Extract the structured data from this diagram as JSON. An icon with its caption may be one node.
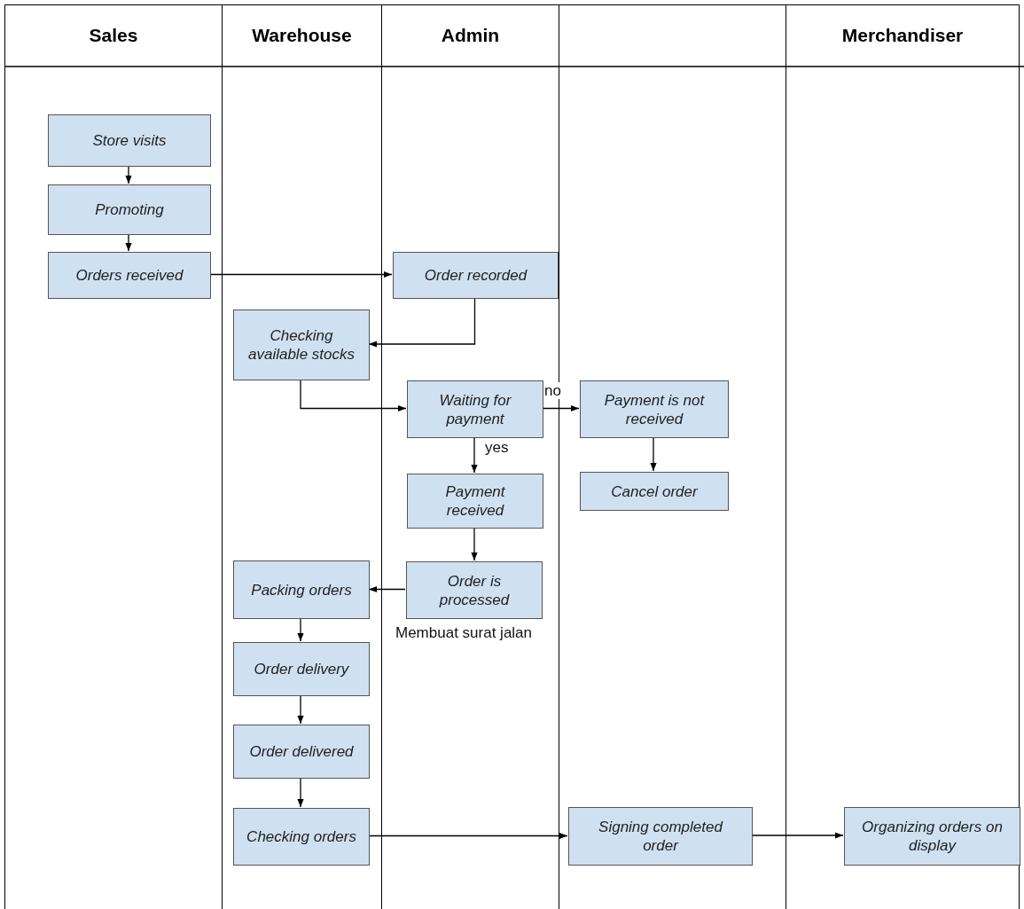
{
  "diagram": {
    "nodes": [
      {
        "text": [
          "Sales"
        ]
      },
      {
        "text": [
          "Warehouse"
        ]
      },
      {
        "text": [
          "Admin"
        ]
      },
      {
        "text": [],
        "shape": "band"
      },
      {
        "text": [
          "Merchandiser"
        ]
      },
      {
        "text": [
          "Store visits"
        ],
        "in": 0
      },
      {
        "text": [
          "Promoting"
        ],
        "in": 0
      },
      {
        "text": [
          "Orders received"
        ],
        "in": 0
      },
      {
        "text": [
          "Order recorded"
        ],
        "in": 2
      },
      {
        "text": [
          "Checking available stocks"
        ],
        "in": 1
      },
      {
        "text": [
          "Waiting for payment"
        ],
        "in": 2
      },
      {
        "text": [
          "Payment is not received"
        ],
        "in": 3
      },
      {
        "text": [
          "Payment received"
        ],
        "in": 2
      },
      {
        "text": [
          "Cancel order"
        ],
        "in": 3
      },
      {
        "text": [
          "Packing orders"
        ],
        "in": 1
      },
      {
        "text": [
          "Order is processed"
        ],
        "in": 2,
        "beside": [
          "Membuat surat jalan"
        ]
      },
      {
        "text": [
          "Order delivery"
        ],
        "in": 1
      },
      {
        "text": [
          "Order delivered"
        ],
        "in": 1
      },
      {
        "text": [
          "Checking orders"
        ],
        "in": 1
      },
      {
        "text": [
          "Signing completed order"
        ],
        "in": 3
      },
      {
        "text": [
          "Organizing orders on display"
        ],
        "in": 4
      }
    ],
    "edges": [
      {
        "from": 5,
        "to": 6,
        "arrow": "to"
      },
      {
        "from": 6,
        "to": 7,
        "arrow": "to"
      },
      {
        "from": 7,
        "to": 8,
        "arrow": "to"
      },
      {
        "from": 8,
        "to": 9,
        "arrow": "to"
      },
      {
        "from": 9,
        "to": 10,
        "arrow": "to"
      },
      {
        "from": 10,
        "to": 11,
        "label": "no",
        "arrow": "to"
      },
      {
        "from": 10,
        "to": 12,
        "label": "yes",
        "arrow": "to"
      },
      {
        "from": 11,
        "to": 13,
        "arrow": "to"
      },
      {
        "from": 12,
        "to": 15,
        "arrow": "to"
      },
      {
        "from": 15,
        "to": 14,
        "arrow": "to"
      },
      {
        "from": 14,
        "to": 16,
        "arrow": "to"
      },
      {
        "from": 16,
        "to": 17,
        "arrow": "to"
      },
      {
        "from": 17,
        "to": 18,
        "arrow": "to"
      },
      {
        "from": 18,
        "to": 19,
        "arrow": "to"
      },
      {
        "from": 19,
        "to": 20,
        "arrow": "to"
      }
    ]
  }
}
